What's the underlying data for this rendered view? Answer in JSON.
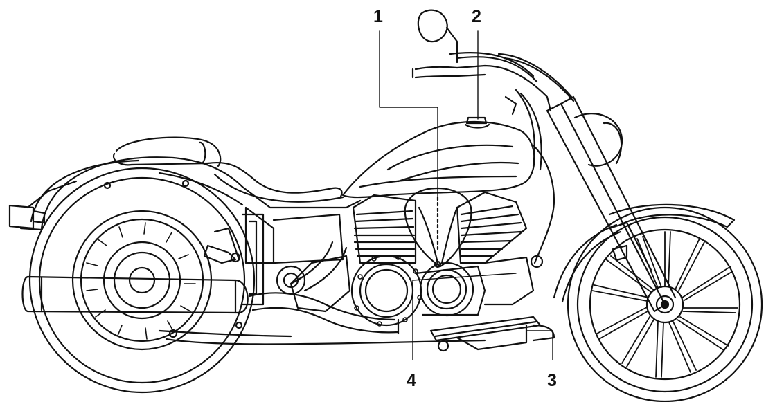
{
  "diagram": {
    "subject": "motorcycle-side-view",
    "callouts": [
      {
        "id": "1",
        "label": "1"
      },
      {
        "id": "2",
        "label": "2"
      },
      {
        "id": "3",
        "label": "3"
      },
      {
        "id": "4",
        "label": "4"
      }
    ]
  },
  "colors": {
    "line": "#111111",
    "background": "#ffffff"
  }
}
